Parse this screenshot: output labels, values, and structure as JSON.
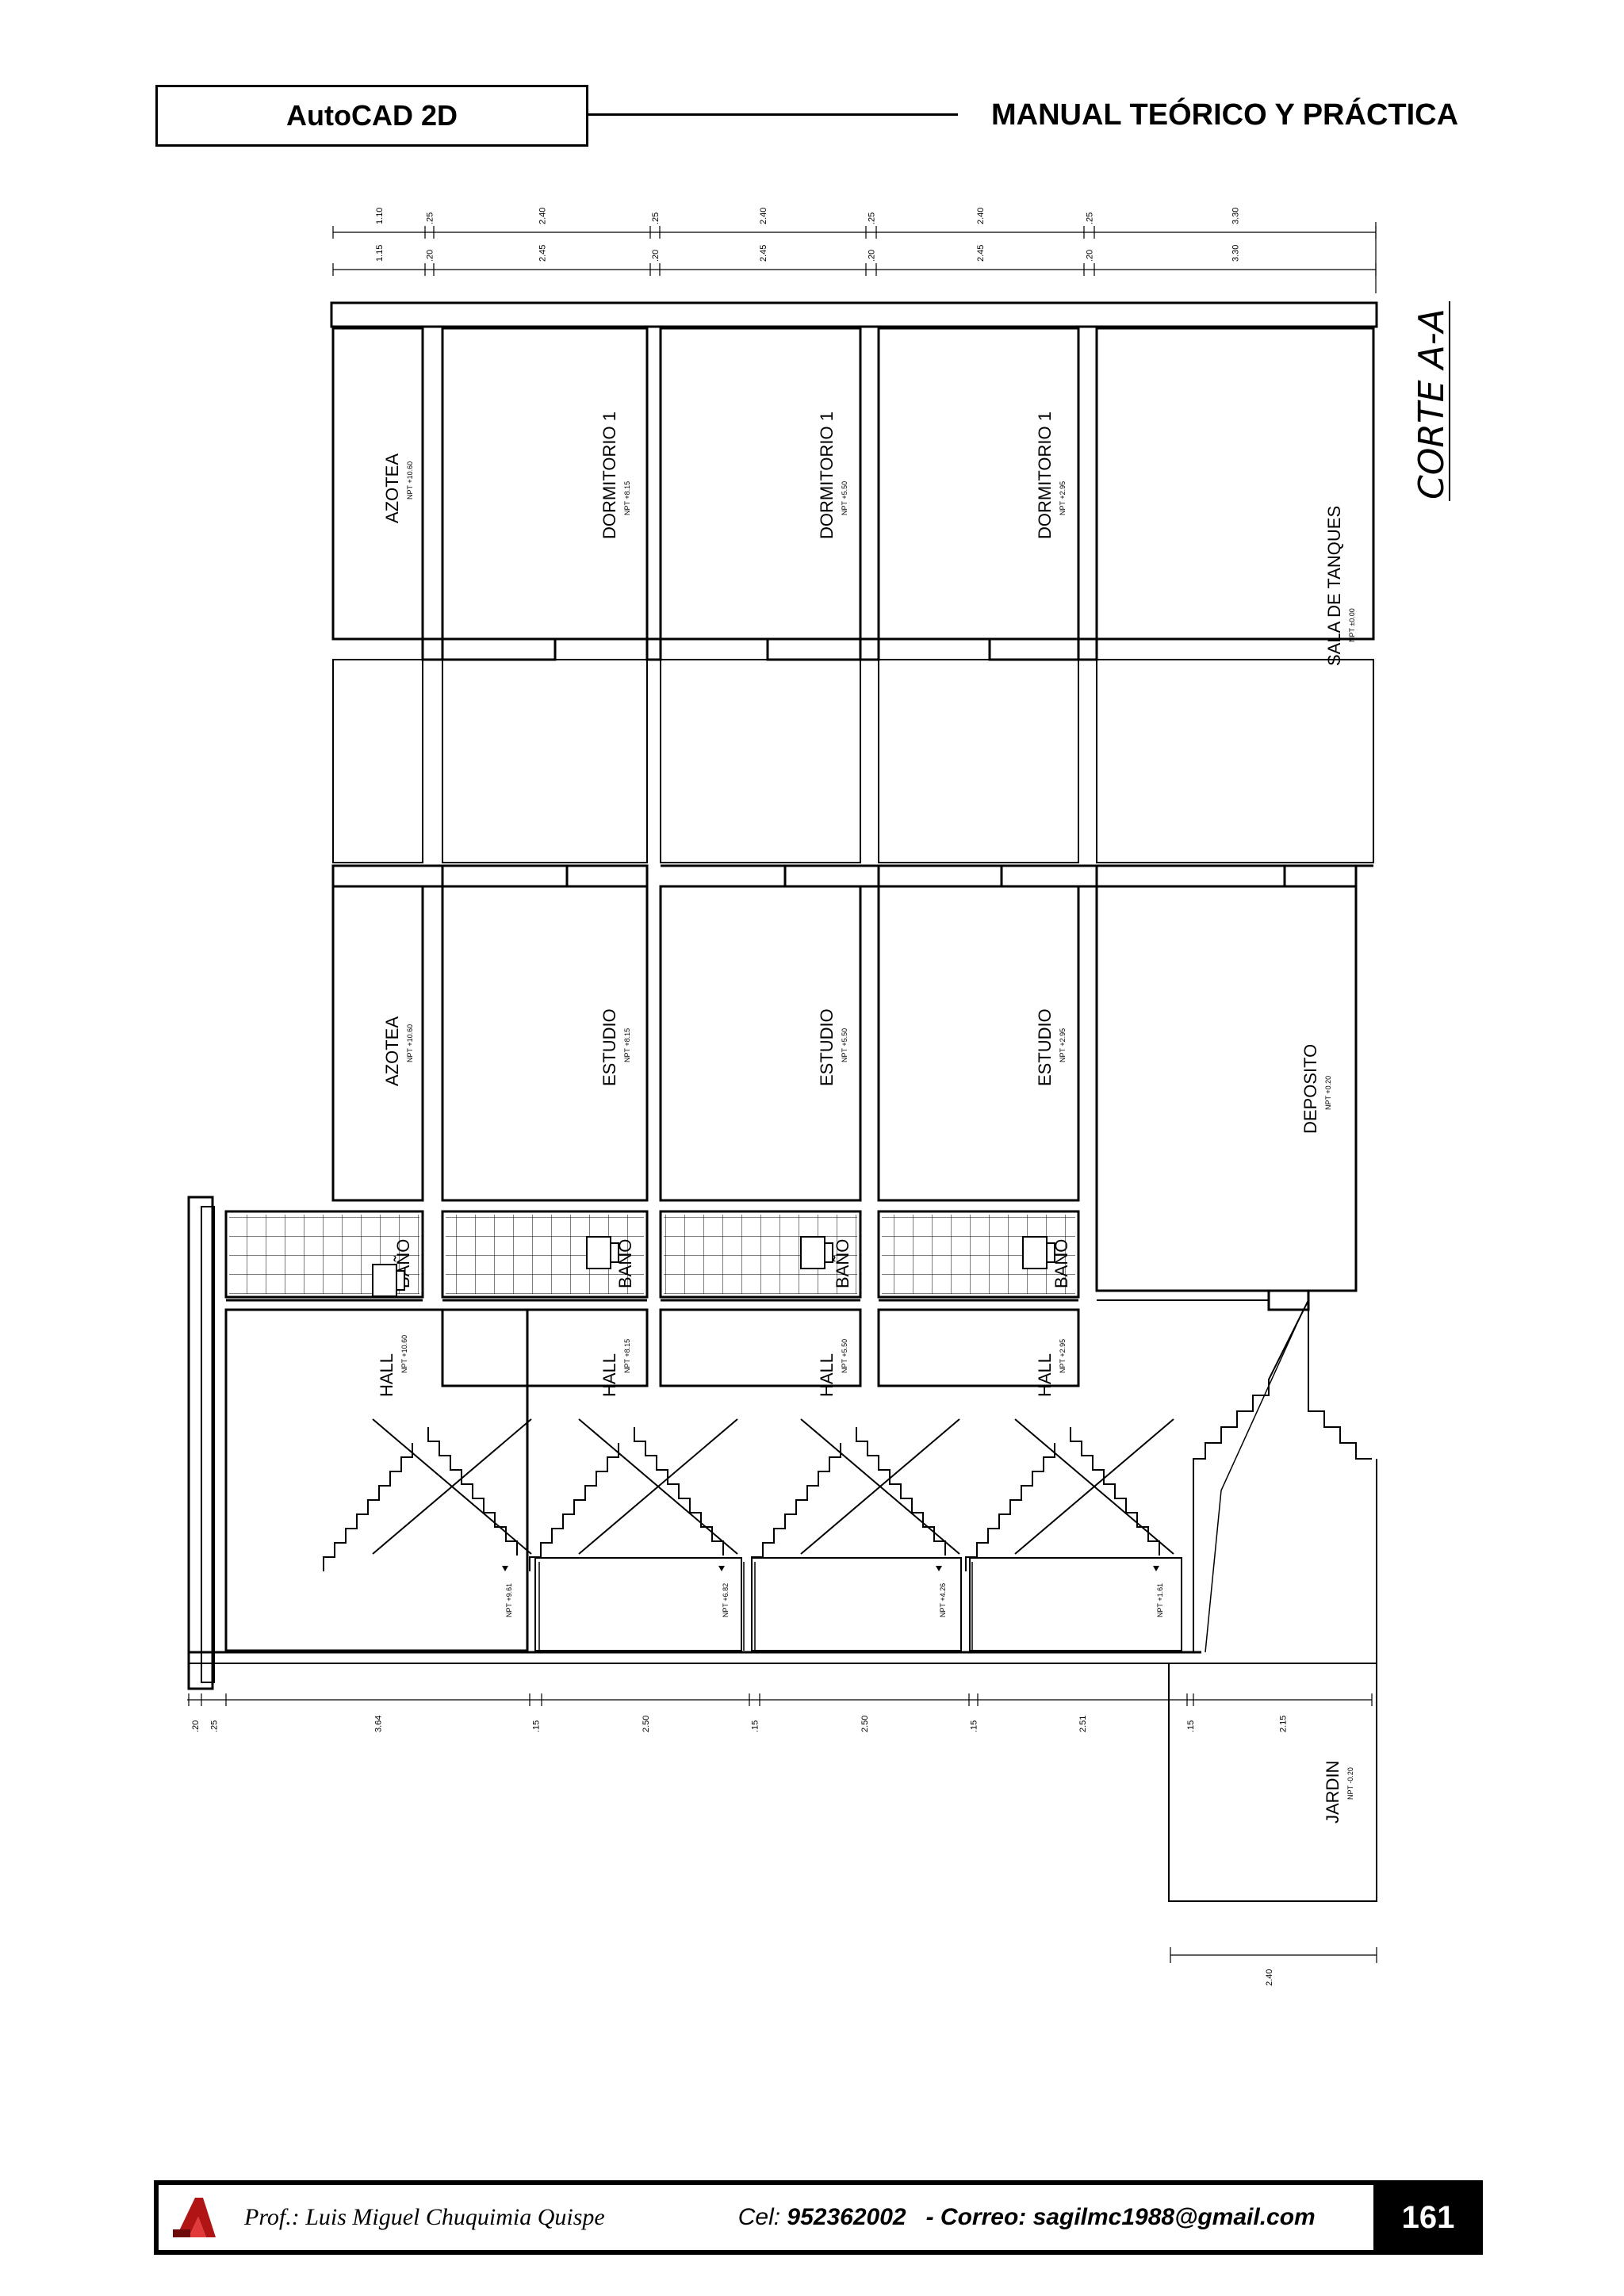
{
  "header": {
    "left_title": "AutoCAD 2D",
    "right_title": "MANUAL TEÓRICO Y PRÁCTICA"
  },
  "drawing": {
    "title": "CORTE A-A",
    "top_dims_row1": [
      "1.10",
      ".25",
      "2.40",
      ".25",
      "2.40",
      ".25",
      "2.40",
      ".25",
      "3.30"
    ],
    "top_dims_row2": [
      "1.15",
      ".20",
      "2.45",
      ".20",
      "2.45",
      ".20",
      "2.45",
      ".20",
      "3.30"
    ],
    "bottom_dims": [
      ".20",
      ".25",
      "3.64",
      ".15",
      "2.50",
      ".15",
      "2.50",
      ".15",
      "2.51",
      ".15",
      "2.15"
    ],
    "garden_dim": "2.40",
    "rooms_upper": [
      {
        "name": "AZOTEA",
        "level": "NPT +10.60"
      },
      {
        "name": "DORMITORIO 1",
        "level": "NPT +8.15"
      },
      {
        "name": "DORMITORIO 1",
        "level": "NPT +5.50"
      },
      {
        "name": "DORMITORIO 1",
        "level": "NPT +2.95"
      },
      {
        "name": "SALA DE TANQUES",
        "level": "NPT ±0.00"
      }
    ],
    "rooms_middle": [
      {
        "name": "AZOTEA",
        "level": "NPT +10.60"
      },
      {
        "name": "ESTUDIO",
        "level": "NPT +8.15"
      },
      {
        "name": "ESTUDIO",
        "level": "NPT +5.50"
      },
      {
        "name": "ESTUDIO",
        "level": "NPT +2.95"
      },
      {
        "name": "DEPOSITO",
        "level": "NPT +0.20"
      }
    ],
    "bath_label": "BAÑO",
    "halls": [
      {
        "name": "HALL",
        "level": "NPT +10.60"
      },
      {
        "name": "HALL",
        "level": "NPT +8.15"
      },
      {
        "name": "HALL",
        "level": "NPT +5.50"
      },
      {
        "name": "HALL",
        "level": "NPT +2.95"
      }
    ],
    "landing_levels": [
      "NPT +9.61",
      "NPT +6.82",
      "NPT +4.26",
      "NPT +1.61"
    ],
    "garden": {
      "name": "JARDIN",
      "level": "NPT -0.20"
    }
  },
  "footer": {
    "professor": "Prof.: Luis Miguel Chuquimia Quispe",
    "cel_label": "Cel:",
    "cel_number": "952362002",
    "email_label": "- Correo:",
    "email": "sagilmc1988@gmail.com",
    "page_number": "161"
  }
}
